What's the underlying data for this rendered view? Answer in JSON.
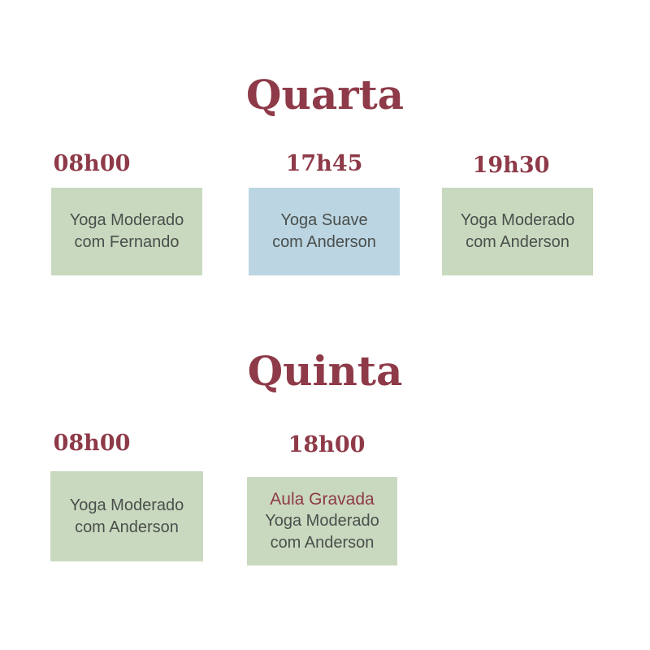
{
  "days": [
    {
      "title": "Quarta",
      "classes": [
        {
          "time": "08h00",
          "line1": "Yoga Moderado",
          "line2": "com Fernando",
          "color": "#c9d9bf"
        },
        {
          "time": "17h45",
          "line1": "Yoga Suave",
          "line2": "com Anderson",
          "color": "#bbd5e2"
        },
        {
          "time": "19h30",
          "line1": "Yoga Moderado",
          "line2": "com Anderson",
          "color": "#c9d9bf"
        }
      ]
    },
    {
      "title": "Quinta",
      "classes": [
        {
          "time": "08h00",
          "line1": "Yoga Moderado",
          "line2": "com Anderson",
          "color": "#c9d9bf"
        },
        {
          "time": "18h00",
          "tag": "Aula Gravada",
          "line1": "Yoga Moderado",
          "line2": "com Anderson",
          "color": "#c9d9bf"
        }
      ]
    }
  ],
  "colors": {
    "accent": "#8e3a48",
    "green": "#c9d9bf",
    "blue": "#bbd5e2",
    "text": "#4a4f4c"
  }
}
